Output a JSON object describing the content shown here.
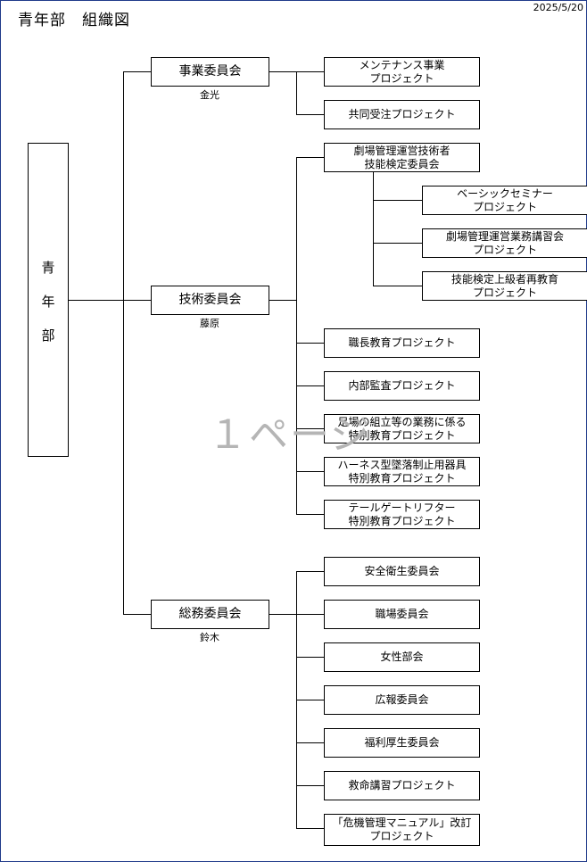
{
  "header": {
    "title": "青年部　組織図",
    "date": "2025/5/20"
  },
  "root": {
    "chars": [
      "青",
      "年",
      "部"
    ]
  },
  "watermark": "１ページ",
  "committees": {
    "business": {
      "name": "事業委員会",
      "person": "金光"
    },
    "technical": {
      "name": "技術委員会",
      "person": "藤原"
    },
    "general": {
      "name": "総務委員会",
      "person": "鈴木"
    }
  },
  "business_items": [
    "メンテナンス事業\nプロジェクト",
    "共同受注プロジェクト"
  ],
  "technical_items": [
    "劇場管理運営技術者\n技能検定委員会",
    "職長教育プロジェクト",
    "内部監査プロジェクト",
    "足場の組立等の業務に係る\n特別教育プロジェクト",
    "ハーネス型墜落制止用器具\n特別教育プロジェクト",
    "テールゲートリフター\n特別教育プロジェクト"
  ],
  "exam_items": [
    "ベーシックセミナー\nプロジェクト",
    "劇場管理運営業務講習会\nプロジェクト",
    "技能検定上級者再教育\nプロジェクト"
  ],
  "general_items": [
    "安全衛生委員会",
    "職場委員会",
    "女性部会",
    "広報委員会",
    "福利厚生委員会",
    "救命講習プロジェクト",
    "「危機管理マニュアル」改訂\nプロジェクト"
  ]
}
